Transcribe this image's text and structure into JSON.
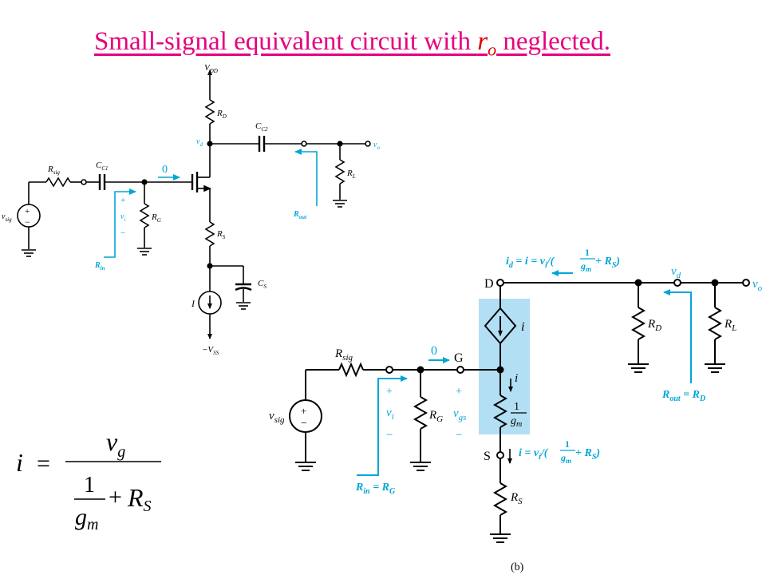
{
  "title": {
    "text_before": "Small-signal equivalent circuit with ",
    "r": "r",
    "o": "o",
    "text_after": " neglected."
  },
  "colors": {
    "title": "#e6007e",
    "ro": "#e00000",
    "annotation": "#00a6d6",
    "highlight": "#b3dff5",
    "wire": "#000000"
  },
  "circuit_a": {
    "vdd": "V",
    "vdd_sub": "DD",
    "rd": "R",
    "rd_sub": "D",
    "cc2": "C",
    "cc2_sub": "C2",
    "vd": "v",
    "vd_sub": "d",
    "vo": "v",
    "vo_sub": "o",
    "rl": "R",
    "rl_sub": "L",
    "rout": "R",
    "rout_sub": "out",
    "rsig": "R",
    "rsig_sub": "sig",
    "cc1": "C",
    "cc1_sub": "C1",
    "zero": "0",
    "plus": "+",
    "vi": "v",
    "vi_sub": "i",
    "minus": "−",
    "rg": "R",
    "rg_sub": "G",
    "vsig": "v",
    "vsig_sub": "sig",
    "rin": "R",
    "rin_sub": "in",
    "rs": "R",
    "rs_sub": "S",
    "cs": "C",
    "cs_sub": "S",
    "i": "I",
    "vss": "−V",
    "vss_sub": "SS"
  },
  "circuit_b": {
    "id_eq": "i",
    "id_sub": "d",
    "id_mid": " = i = v",
    "id_vi_sub": "i",
    "id_tail": "/(",
    "id_one": "1",
    "id_gm": "g",
    "id_gm_sub": "m",
    "id_plus_rs": " + R",
    "id_rs_sub": "S",
    "id_close": ")",
    "node_d": "D",
    "node_g": "G",
    "node_s": "S",
    "zero": "0",
    "rsig": "R",
    "rsig_sub": "sig",
    "vsig": "v",
    "vsig_sub": "sig",
    "plus": "+",
    "minus": "−",
    "vi": "v",
    "vi_sub": "i",
    "rg": "R",
    "rg_sub": "G",
    "vgs": "v",
    "vgs_sub": "gs",
    "i_dep": "i",
    "i_arrow": "i",
    "gm_one": "1",
    "gm_g": "g",
    "gm_sub": "m",
    "rin_eq": "R",
    "rin_sub": "in",
    "rin_mid": " = R",
    "rin_g_sub": "G",
    "is_eq": "i = v",
    "is_vi_sub": "i",
    "is_tail": "/(",
    "is_one": "1",
    "is_gm": "g",
    "is_gm_sub": "m",
    "is_plus": " + R",
    "is_rs_sub": "S",
    "is_close": ")",
    "rs": "R",
    "rs_sub": "S",
    "rd": "R",
    "rd_sub": "D",
    "rl": "R",
    "rl_sub": "L",
    "vd": "v",
    "vd_sub": "d",
    "vo": "v",
    "vo_sub": "o",
    "rout_eq": "R",
    "rout_sub": "out",
    "rout_mid": " = R",
    "rout_d_sub": "D",
    "caption": "(b)"
  },
  "formula": {
    "i": "i",
    "eq": "=",
    "num_v": "v",
    "num_sub": "g",
    "one": "1",
    "plus": "+",
    "g": "g",
    "g_sub": "m",
    "r": "R",
    "r_sub": "S"
  }
}
